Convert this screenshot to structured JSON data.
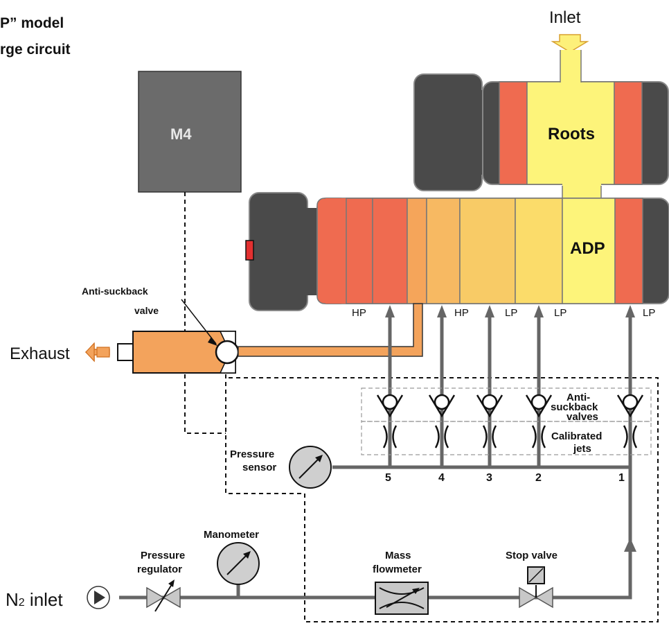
{
  "title": {
    "line1": "P” model",
    "line2": "rge circuit"
  },
  "labels": {
    "inlet": "Inlet",
    "roots": "Roots",
    "adp": "ADP",
    "m4": "M4",
    "exhaust": "Exhaust",
    "anti_suckback_valve_1": "Anti-suckback",
    "anti_suckback_valve_2": "valve",
    "pressure_sensor_1": "Pressure",
    "pressure_sensor_2": "sensor",
    "manometer": "Manometer",
    "pressure_regulator_1": "Pressure",
    "pressure_regulator_2": "regulator",
    "mass_flowmeter_1": "Mass",
    "mass_flowmeter_2": "flowmeter",
    "stop_valve": "Stop valve",
    "n2_inlet_main": "N",
    "n2_inlet_sub": "2",
    "n2_inlet_suffix": " inlet",
    "anti_suckback_valves_1": "Anti-",
    "anti_suckback_valves_2": "suckback",
    "anti_suckback_valves_3": "valves",
    "calibrated_jets_1": "Calibrated",
    "calibrated_jets_2": "jets"
  },
  "port_labels": [
    "HP",
    "HP",
    "LP",
    "LP",
    "LP"
  ],
  "line_numbers": [
    "5",
    "4",
    "3",
    "2",
    "1"
  ],
  "colors": {
    "dark_grey": "#4a4a4a",
    "m4_grey": "#6b6b6b",
    "red_orange": "#ef6b50",
    "orange": "#f5a55a",
    "light_orange": "#f8c565",
    "yellow": "#fce06a",
    "pale_yellow": "#fdf47a",
    "pipe": "#666666",
    "exhaust_orange": "#f3a35c"
  },
  "icons": [
    "inlet-arrow-icon",
    "exhaust-arrow-icon",
    "check-valve-icon",
    "jet-icon",
    "gauge-icon",
    "regulator-icon",
    "flowmeter-icon",
    "solenoid-valve-icon",
    "play-icon"
  ]
}
